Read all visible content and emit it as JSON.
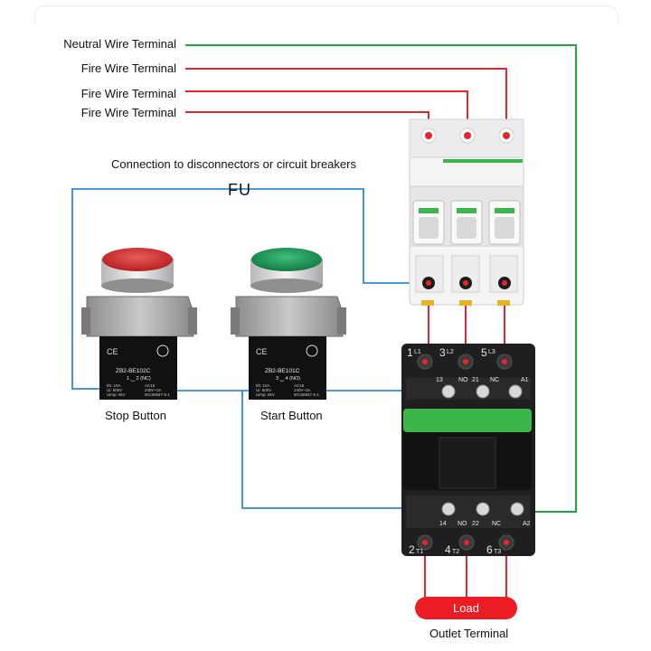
{
  "terminals": {
    "neutral": "Neutral Wire Terminal",
    "fire_1": "Fire Wire Terminal",
    "fire_2": "Fire Wire Terminal",
    "fire_3": "Fire Wire Terminal"
  },
  "connection_note": "Connection to disconnectors or circuit breakers",
  "fuse_label": "FU",
  "stop_button": {
    "caption": "Stop Button",
    "model": "ZB2-BE102C",
    "contact": "1 ‿ 2 (NC)",
    "ratings": [
      "Ith: 10A",
      "Ui: 600V",
      "Uimp: 6kV"
    ],
    "ratings_ac": [
      "AC15",
      "240V~3A"
    ],
    "standard": "IEC60947-5-1",
    "head_color": "#d42b2b"
  },
  "start_button": {
    "caption": "Start Button",
    "model": "ZB2-BE101C",
    "contact": "3 ‿ 4 (NO)",
    "ratings": [
      "Ith: 10A",
      "Ui: 600V",
      "Uimp: 6kV"
    ],
    "ratings_ac": [
      "AC15",
      "240V~3A"
    ],
    "standard": "IEC60947-5-1",
    "head_color": "#1f9a55"
  },
  "contactor": {
    "top_terminals": [
      "1",
      "L1",
      "3",
      "L2",
      "5",
      "L3"
    ],
    "aux_top": [
      "13",
      "NO",
      "21",
      "NC",
      "A1"
    ],
    "aux_bottom": [
      "14",
      "NO",
      "22",
      "NC",
      "A2"
    ],
    "bottom_terminals": [
      "2",
      "T1",
      "4",
      "T2",
      "6",
      "T3"
    ],
    "accent": "#3cb54a"
  },
  "load_label": "Load",
  "outlet_label": "Outlet Terminal",
  "colors": {
    "neutral_wire": "#1ea83c",
    "fire_wire": "#e5262c",
    "control_wire": "#2b8fd6",
    "load_pill": "#ec1c24"
  }
}
